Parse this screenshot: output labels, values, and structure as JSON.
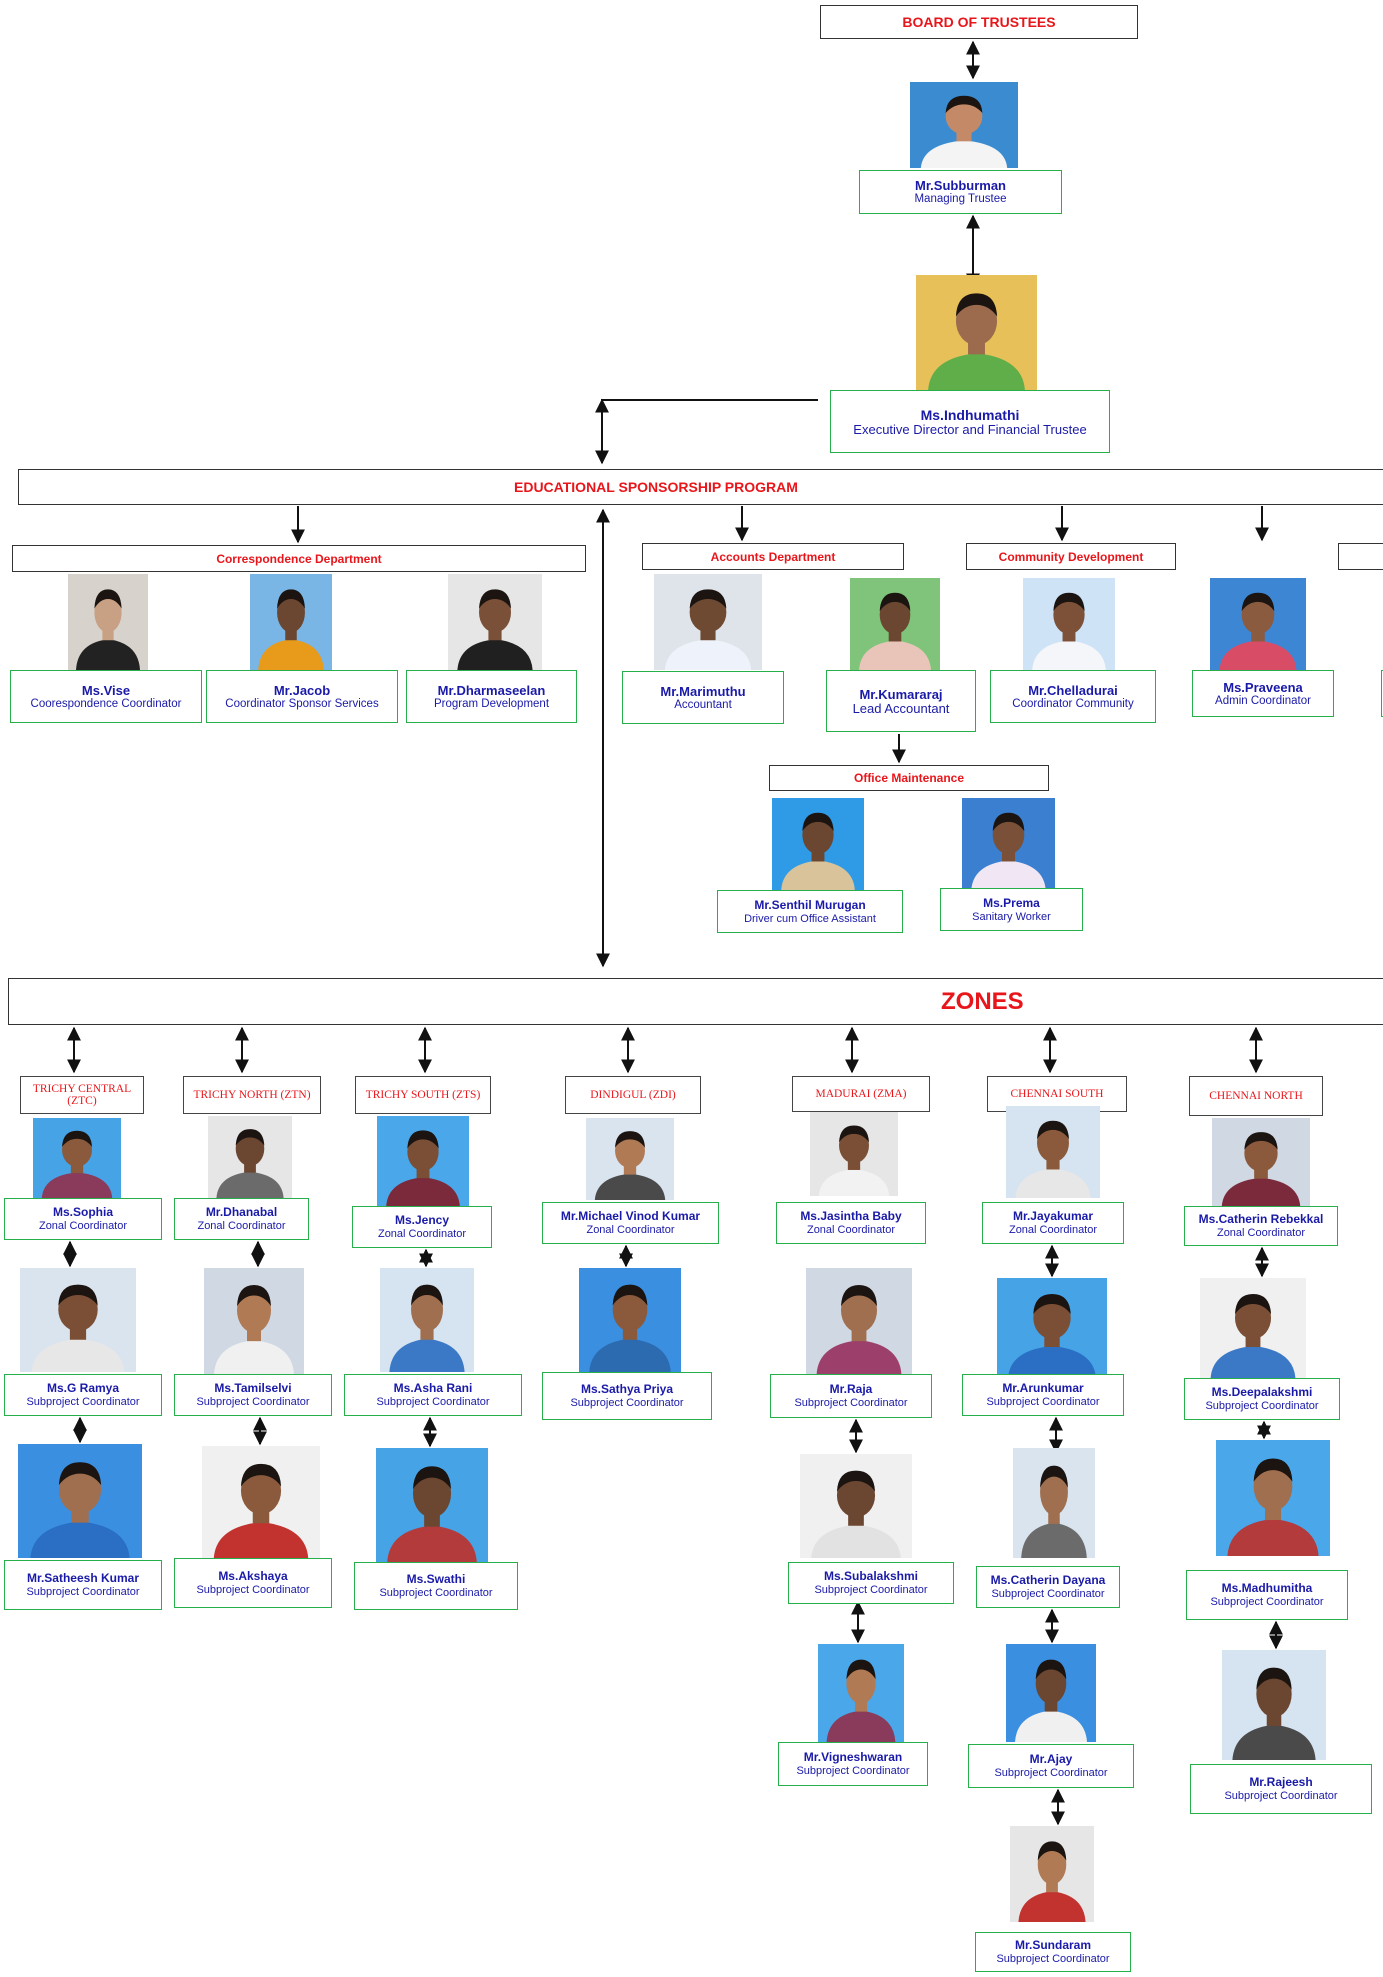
{
  "board": {
    "title": "BOARD OF TRUSTEES"
  },
  "program": {
    "title": "EDUCATIONAL SPONSORSHIP PROGRAM"
  },
  "zones_title": "ZONES",
  "people": {
    "subburman": {
      "name": "Mr.Subburman",
      "role": "Managing Trustee"
    },
    "indhumathi": {
      "name": "Ms.Indhumathi",
      "role": "Executive Director and Financial Trustee"
    },
    "vise": {
      "name": "Ms.Vise",
      "role": "Coorespondence Coordinator"
    },
    "jacob": {
      "name": "Mr.Jacob",
      "role": "Coordinator Sponsor Services"
    },
    "dharmaseelan": {
      "name": "Mr.Dharmaseelan",
      "role": "Program Development"
    },
    "marimuthu": {
      "name": "Mr.Marimuthu",
      "role": "Accountant"
    },
    "kumararaj": {
      "name": "Mr.Kumararaj",
      "role": "Lead Accountant"
    },
    "chelladurai": {
      "name": "Mr.Chelladurai",
      "role": "Coordinator Community"
    },
    "praveena": {
      "name": "Ms.Praveena",
      "role": "Admin Coordinator"
    },
    "senthil": {
      "name": "Mr.Senthil Murugan",
      "role": "Driver cum Office Assistant"
    },
    "prema": {
      "name": "Ms.Prema",
      "role": "Sanitary Worker"
    }
  },
  "departments": {
    "correspondence": "Correspondence Department",
    "accounts": "Accounts Department",
    "community": "Community Development",
    "office": "Office Maintenance"
  },
  "zones": [
    {
      "name": "TRICHY CENTRAL (ZTC)",
      "members": [
        {
          "name": "Ms.Sophia",
          "role": "Zonal Coordinator"
        },
        {
          "name": "Ms.G Ramya",
          "role": "Subproject Coordinator"
        },
        {
          "name": "Mr.Satheesh Kumar",
          "role": "Subproject Coordinator"
        }
      ]
    },
    {
      "name": "TRICHY NORTH (ZTN)",
      "members": [
        {
          "name": "Mr.Dhanabal",
          "role": "Zonal Coordinator"
        },
        {
          "name": "Ms.Tamilselvi",
          "role": "Subproject Coordinator"
        },
        {
          "name": "Ms.Akshaya",
          "role": "Subproject Coordinator"
        }
      ]
    },
    {
      "name": "TRICHY SOUTH (ZTS)",
      "members": [
        {
          "name": "Ms.Jency",
          "role": "Zonal  Coordinator"
        },
        {
          "name": "Ms.Asha Rani",
          "role": "Subproject Coordinator"
        },
        {
          "name": "Ms.Swathi",
          "role": "Subproject Coordinator"
        }
      ]
    },
    {
      "name": "DINDIGUL (ZDI)",
      "members": [
        {
          "name": "Mr.Michael Vinod Kumar",
          "role": "Zonal Coordinator"
        },
        {
          "name": "Ms.Sathya Priya",
          "role": "Subproject Coordinator"
        }
      ]
    },
    {
      "name": "MADURAI  (ZMA)",
      "members": [
        {
          "name": "Ms.Jasintha Baby",
          "role": "Zonal Coordinator"
        },
        {
          "name": "Mr.Raja",
          "role": "Subproject Coordinator"
        },
        {
          "name": "Ms.Subalakshmi",
          "role": "Subproject Coordinator"
        },
        {
          "name": "Mr.Vigneshwaran",
          "role": "Subproject Coordinator"
        }
      ]
    },
    {
      "name": "CHENNAI SOUTH",
      "members": [
        {
          "name": "Mr.Jayakumar",
          "role": "Zonal Coordinator"
        },
        {
          "name": "Mr.Arunkumar",
          "role": "Subproject Coordinator"
        },
        {
          "name": "Ms.Catherin Dayana",
          "role": "Subproject Coordinator"
        },
        {
          "name": "Mr.Ajay",
          "role": "Subproject Coordinator"
        },
        {
          "name": "Mr.Sundaram",
          "role": "Subproject Coordinator"
        }
      ]
    },
    {
      "name": "CHENNAI NORTH",
      "members": [
        {
          "name": "Ms.Catherin Rebekkal",
          "role": "Zonal Coordinator"
        },
        {
          "name": "Ms.Deepalakshmi",
          "role": "Subproject Coordinator"
        },
        {
          "name": "Ms.Madhumitha",
          "role": "Subproject Coordinator"
        },
        {
          "name": "Mr.Rajeesh",
          "role": "Subproject Coordinator"
        }
      ]
    }
  ]
}
